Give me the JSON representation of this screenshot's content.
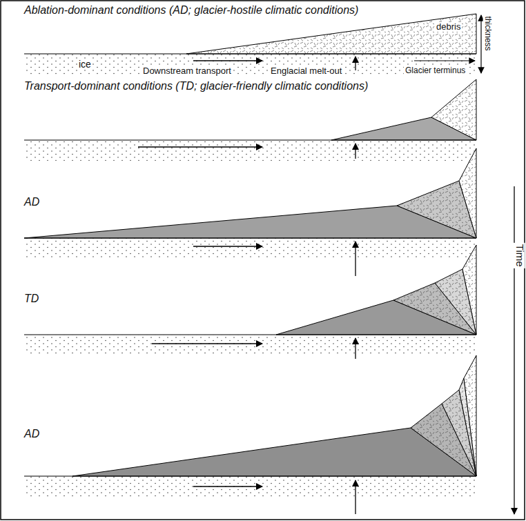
{
  "diagram": {
    "labels": [
      "Ablation-dominant conditions (AD; glacier-hostile climatic conditions)",
      "debris",
      "thickness",
      "ice",
      "Downstream transport",
      "Englacial melt-out",
      "Glacier terminus",
      "Transport-dominant conditions (TD; glacier-friendly climatic conditions)",
      "AD",
      "TD",
      "AD",
      "Time"
    ]
  }
}
